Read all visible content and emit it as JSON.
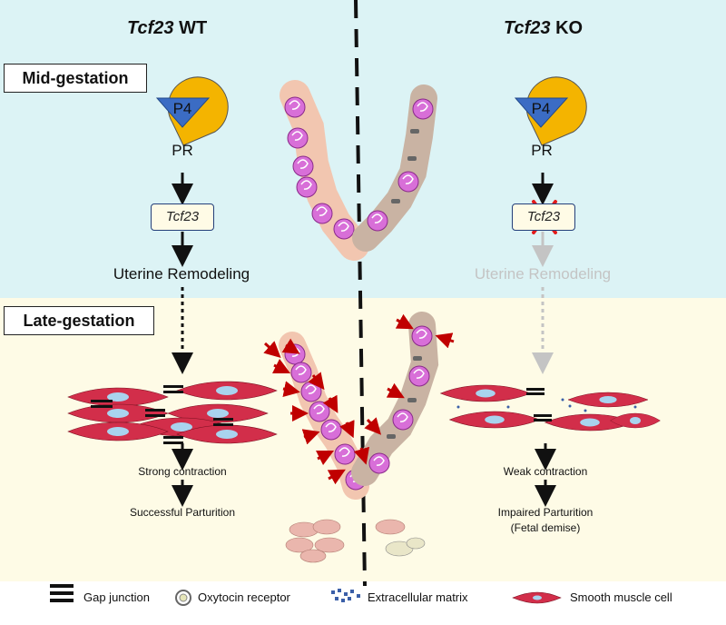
{
  "columns": {
    "wt": {
      "gene": "Tcf23",
      "suffix": " WT"
    },
    "ko": {
      "gene": "Tcf23",
      "suffix": " KO"
    }
  },
  "stages": {
    "mid": "Mid-gestation",
    "late": "Late-gestation"
  },
  "receptor": {
    "ligand": "P4",
    "receptor": "PR"
  },
  "wt": {
    "gene_box": "Tcf23",
    "remodeling": "Uterine Remodeling",
    "contraction": "Strong contraction",
    "outcome": "Successful Parturition"
  },
  "ko": {
    "gene_box": "Tcf23",
    "remodeling": "Uterine Remodeling",
    "contraction": "Weak contraction",
    "outcome_line1": "Impaired Parturition",
    "outcome_line2": "(Fetal demise)"
  },
  "legend": {
    "gap_junction": "Gap junction",
    "oxytocin": "Oxytocin receptor",
    "ecm": "Extracellular matrix",
    "smooth_muscle": "Smooth muscle cell"
  },
  "colors": {
    "mid_bg": "#dcf3f5",
    "late_bg": "#fefbe6",
    "ligand": "#3b6cc4",
    "receptor": "#f4b400",
    "muscle": "#d22e4a",
    "nucleus": "#a9d3ee",
    "arrow_red": "#c00000",
    "knockout_x": "#e31b1b",
    "faded": "#c4c4c4"
  }
}
